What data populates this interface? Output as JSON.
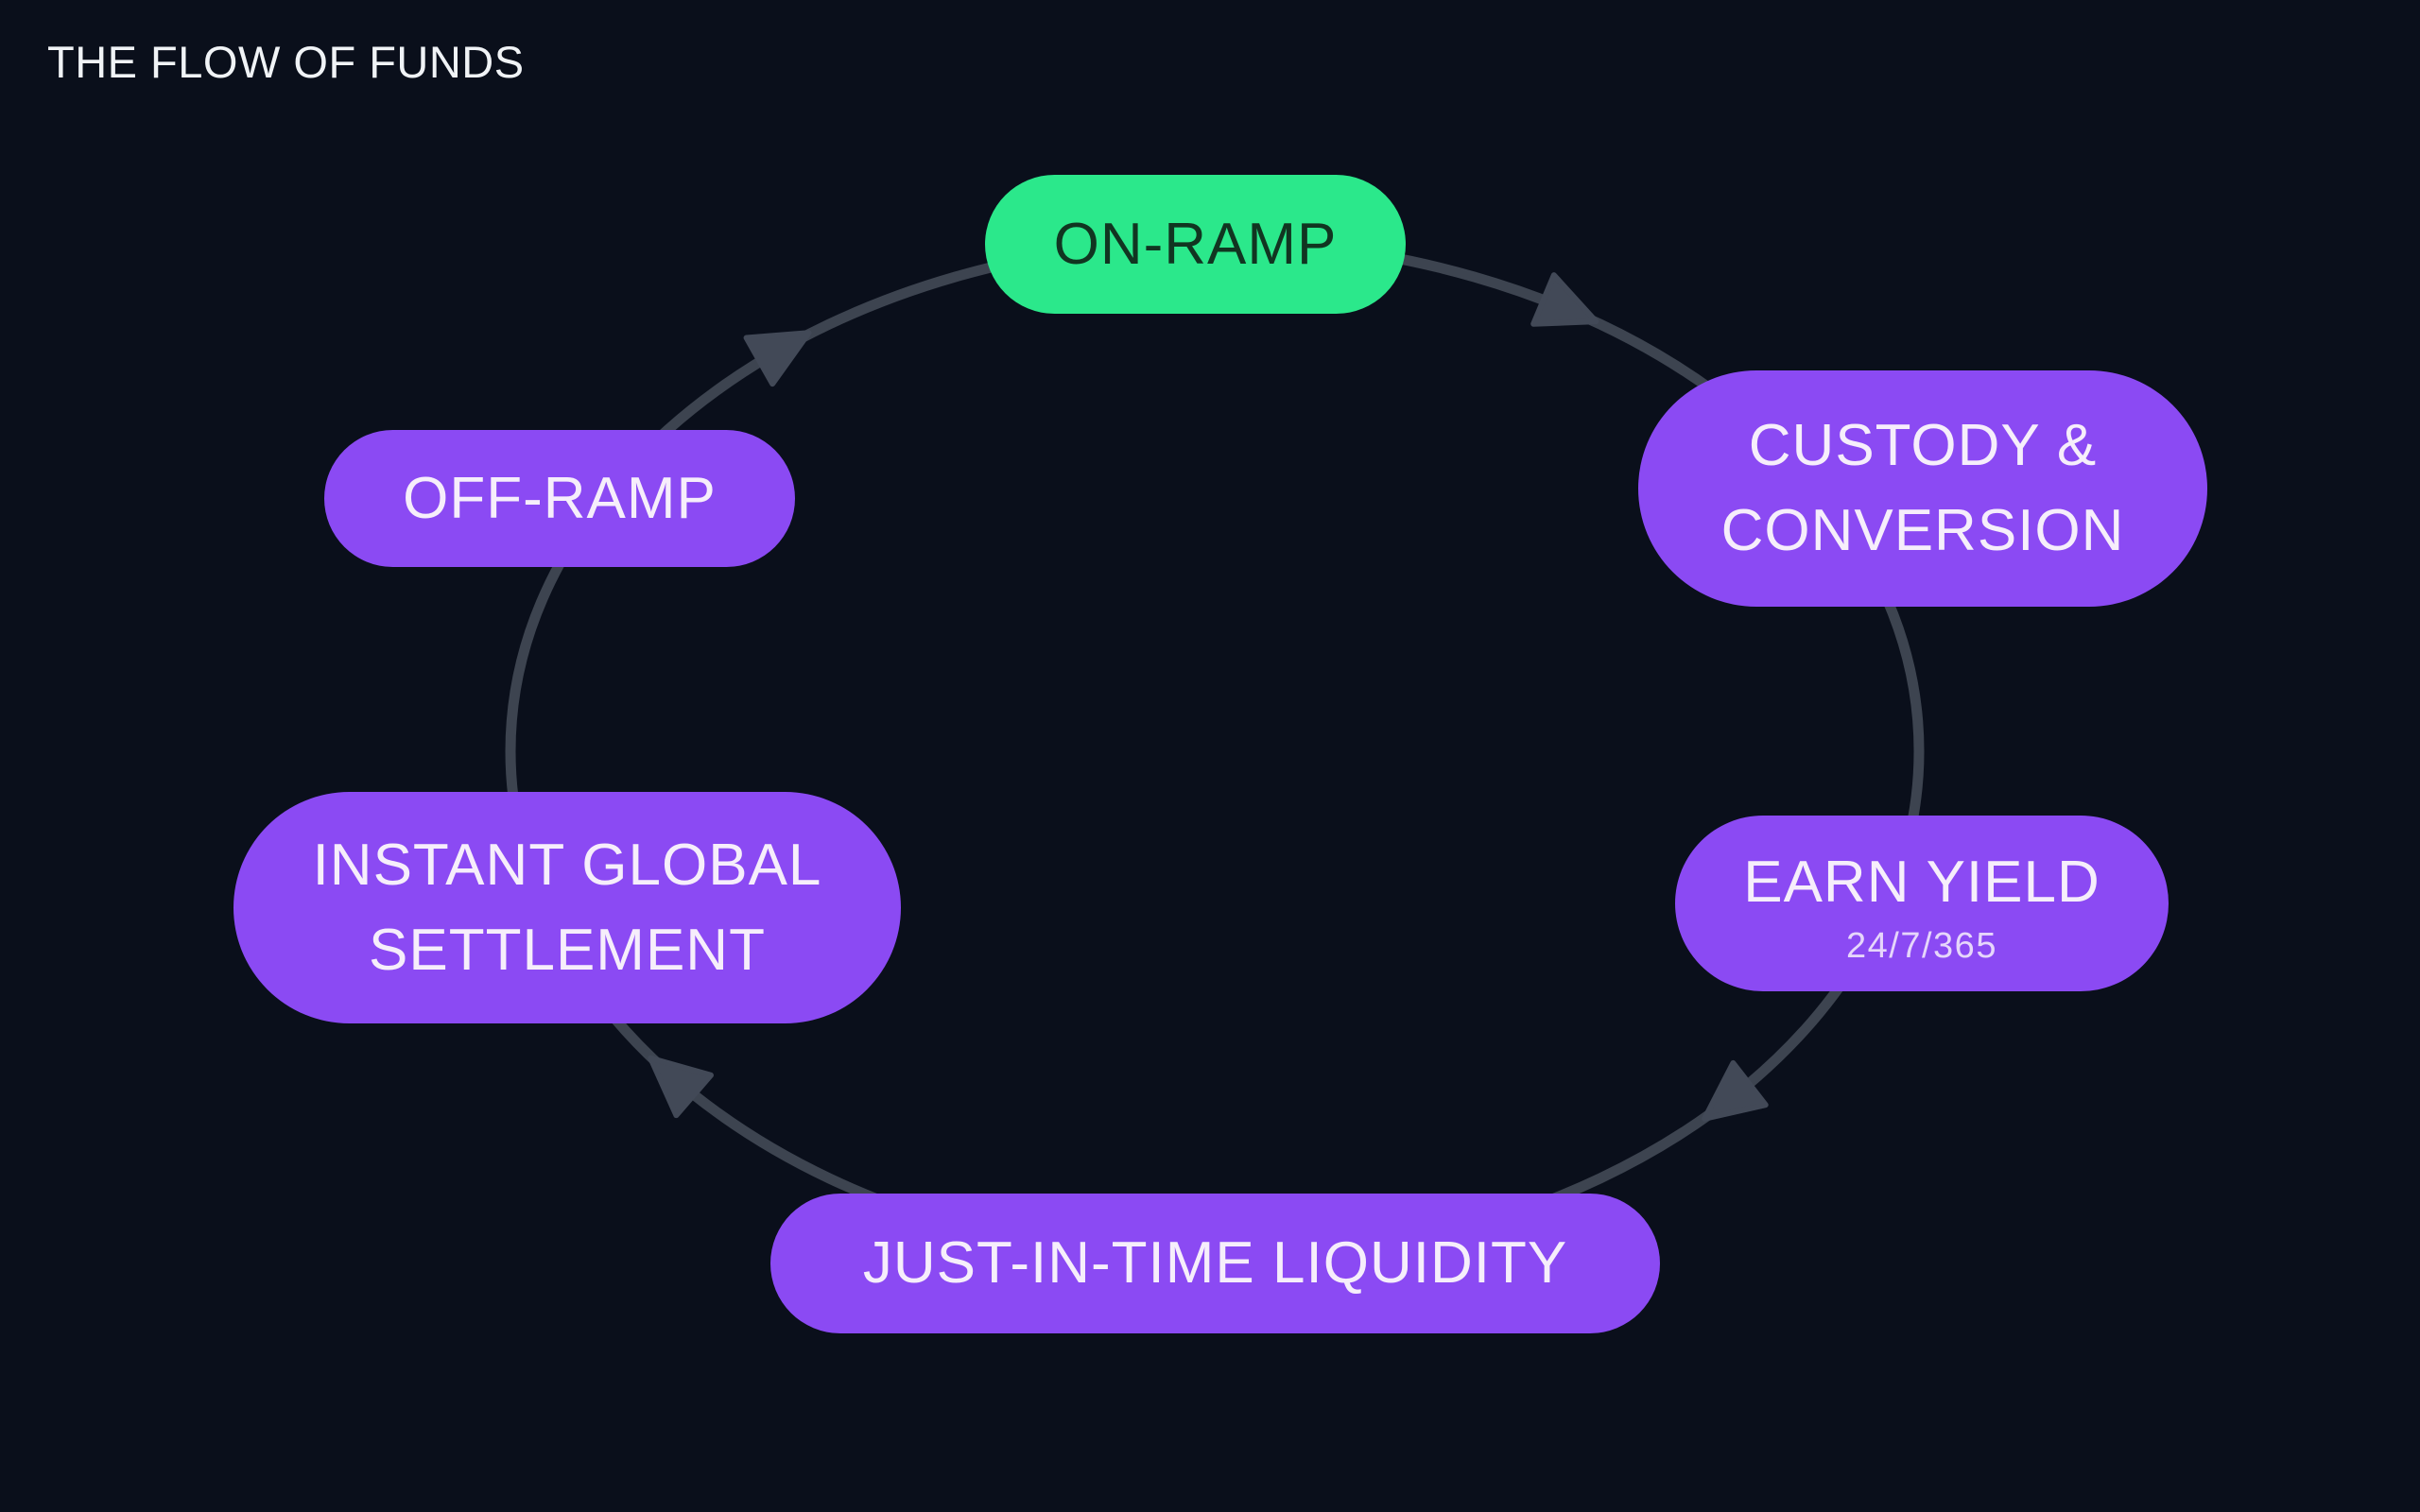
{
  "page": {
    "title": "THE FLOW OF FUNDS"
  },
  "colors": {
    "background": "#0A0F1B",
    "arc": "#3D4450",
    "arrow": "#424957",
    "accent_green": "#2BE88B",
    "accent_purple": "#8B4AF3",
    "text_on_green": "#113521",
    "text_on_purple": "#F6EEFB",
    "title_text": "#F0F3F6"
  },
  "diagram": {
    "type": "cycle",
    "direction": "clockwise",
    "nodes": [
      {
        "id": "on-ramp",
        "label": "ON-RAMP",
        "color": "green"
      },
      {
        "id": "custody-conversion",
        "label": "CUSTODY &\nCONVERSION",
        "color": "purple"
      },
      {
        "id": "earn-yield",
        "label": "EARN YIELD",
        "sublabel": "24/7/365",
        "color": "purple"
      },
      {
        "id": "just-in-time-liquidity",
        "label": "JUST-IN-TIME LIQUIDITY",
        "color": "purple"
      },
      {
        "id": "instant-global-settlement",
        "label": "INSTANT GLOBAL\nSETTLEMENT",
        "color": "purple"
      },
      {
        "id": "off-ramp",
        "label": "OFF-RAMP",
        "color": "purple"
      }
    ]
  }
}
